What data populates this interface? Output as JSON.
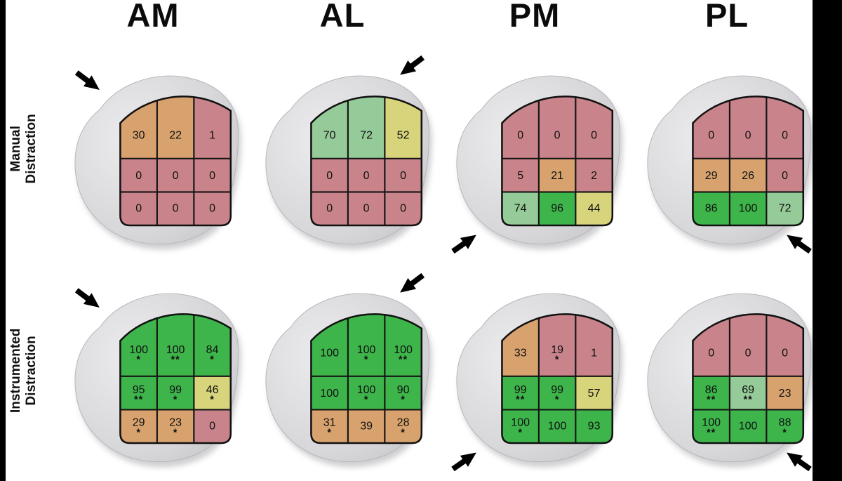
{
  "figure": {
    "column_headers": [
      "AM",
      "AL",
      "PM",
      "PL"
    ],
    "row_labels": [
      {
        "line1": "Manual",
        "line2": "Distraction"
      },
      {
        "line1": "Instrumented",
        "line2": "Distraction"
      }
    ]
  },
  "palette": {
    "red": "#c9848b",
    "tan": "#d8a26e",
    "yellow": "#d7d47c",
    "light_green": "#95cb98",
    "green": "#3eb54b",
    "blob_light": "#ececee",
    "blob_mid": "#d7d7da",
    "blob_dark": "#c7c7cb",
    "outline": "#111111",
    "arrow": "#000000"
  },
  "thresholds": [
    {
      "min": 84,
      "color": "green"
    },
    {
      "min": 65,
      "color": "light_green"
    },
    {
      "min": 44,
      "color": "yellow"
    },
    {
      "min": 20,
      "color": "tan"
    },
    {
      "min": 0,
      "color": "red"
    }
  ],
  "chart_data": {
    "type": "heatmap",
    "title": "Coverage percentage heatmaps per compartment (AM, AL, PM, PL) under Manual vs Instrumented Distraction",
    "columns": [
      "AM",
      "AL",
      "PM",
      "PL"
    ],
    "rows": [
      "Manual Distraction",
      "Instrumented Distraction"
    ],
    "value_range": [
      0,
      100
    ],
    "units": [
      {
        "row": "Manual Distraction",
        "col": "AM",
        "arrow": "top-left",
        "values": [
          [
            30,
            22,
            1
          ],
          [
            0,
            0,
            0
          ],
          [
            0,
            0,
            0
          ]
        ],
        "marks": [
          [
            "",
            "",
            ""
          ],
          [
            "",
            "",
            ""
          ],
          [
            "",
            "",
            ""
          ]
        ]
      },
      {
        "row": "Manual Distraction",
        "col": "AL",
        "arrow": "top-right",
        "values": [
          [
            70,
            72,
            52
          ],
          [
            0,
            0,
            0
          ],
          [
            0,
            0,
            0
          ]
        ],
        "marks": [
          [
            "",
            "",
            ""
          ],
          [
            "",
            "",
            ""
          ],
          [
            "",
            "",
            ""
          ]
        ]
      },
      {
        "row": "Manual Distraction",
        "col": "PM",
        "arrow": "bottom-left",
        "values": [
          [
            0,
            0,
            0
          ],
          [
            5,
            21,
            2
          ],
          [
            74,
            96,
            44
          ]
        ],
        "marks": [
          [
            "",
            "",
            ""
          ],
          [
            "",
            "",
            ""
          ],
          [
            "",
            "",
            ""
          ]
        ]
      },
      {
        "row": "Manual Distraction",
        "col": "PL",
        "arrow": "bottom-right",
        "values": [
          [
            0,
            0,
            0
          ],
          [
            29,
            26,
            0
          ],
          [
            86,
            100,
            72
          ]
        ],
        "marks": [
          [
            "",
            "",
            ""
          ],
          [
            "",
            "",
            ""
          ],
          [
            "",
            "",
            ""
          ]
        ]
      },
      {
        "row": "Instrumented Distraction",
        "col": "AM",
        "arrow": "top-left",
        "values": [
          [
            100,
            100,
            84
          ],
          [
            95,
            99,
            46
          ],
          [
            29,
            23,
            0
          ]
        ],
        "marks": [
          [
            "*",
            "**",
            "*"
          ],
          [
            "**",
            "*",
            "*"
          ],
          [
            "*",
            "*",
            ""
          ]
        ]
      },
      {
        "row": "Instrumented Distraction",
        "col": "AL",
        "arrow": "top-right",
        "values": [
          [
            100,
            100,
            100
          ],
          [
            100,
            100,
            90
          ],
          [
            31,
            39,
            28
          ]
        ],
        "marks": [
          [
            "",
            "*",
            "**"
          ],
          [
            "",
            "*",
            "*"
          ],
          [
            "*",
            "",
            "*"
          ]
        ]
      },
      {
        "row": "Instrumented Distraction",
        "col": "PM",
        "arrow": "bottom-left",
        "values": [
          [
            33,
            19,
            1
          ],
          [
            99,
            99,
            57
          ],
          [
            100,
            100,
            93
          ]
        ],
        "marks": [
          [
            "",
            "*",
            ""
          ],
          [
            "**",
            "*",
            ""
          ],
          [
            "*",
            "",
            ""
          ]
        ]
      },
      {
        "row": "Instrumented Distraction",
        "col": "PL",
        "arrow": "bottom-right",
        "values": [
          [
            0,
            0,
            0
          ],
          [
            86,
            69,
            23
          ],
          [
            100,
            100,
            88
          ]
        ],
        "marks": [
          [
            "",
            "",
            ""
          ],
          [
            "**",
            "**",
            ""
          ],
          [
            "**",
            "",
            "*"
          ]
        ]
      }
    ]
  }
}
